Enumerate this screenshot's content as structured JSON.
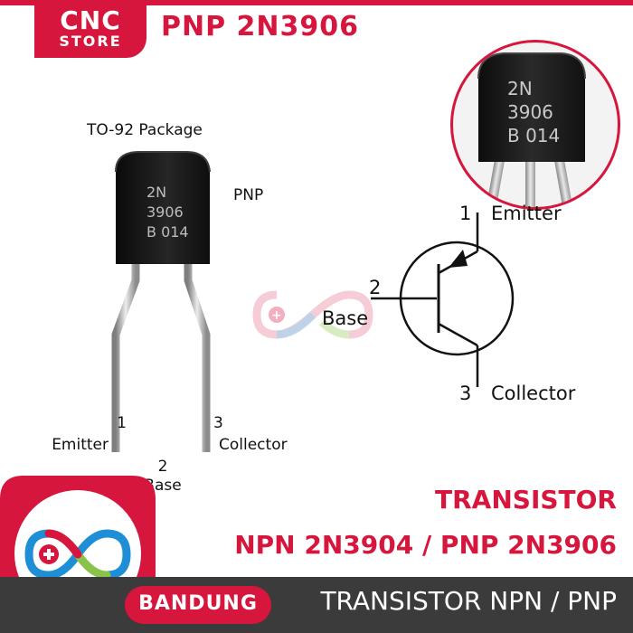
{
  "brand": {
    "line1": "CNC",
    "line2": "STORE",
    "color": "#d6163c"
  },
  "header": {
    "title": "PNP 2N3906"
  },
  "package_photo": {
    "package_label": "TO-92 Package",
    "type_label": "PNP",
    "marking": [
      "2N",
      "3906",
      "B 014"
    ],
    "pins": [
      {
        "number": "1",
        "name": "Emitter"
      },
      {
        "number": "2",
        "name": "Base"
      },
      {
        "number": "3",
        "name": "Collector"
      }
    ]
  },
  "zoom_marking": [
    "2N",
    "3906",
    "B 014"
  ],
  "symbol": {
    "pin1": {
      "number": "1",
      "name": "Emitter"
    },
    "pin2": {
      "number": "2",
      "name": "Base"
    },
    "pin3": {
      "number": "3",
      "name": "Collector"
    }
  },
  "footer": {
    "line1": "TRANSISTOR",
    "line2": "NPN 2N3904 / PNP 2N3906",
    "location": "BANDUNG",
    "band_text": "TRANSISTOR NPN / PNP"
  },
  "colors": {
    "accent": "#d6163c",
    "dark": "#3b3b3b",
    "logo_blue": "#1e8fd6",
    "logo_green": "#8bc34a"
  }
}
